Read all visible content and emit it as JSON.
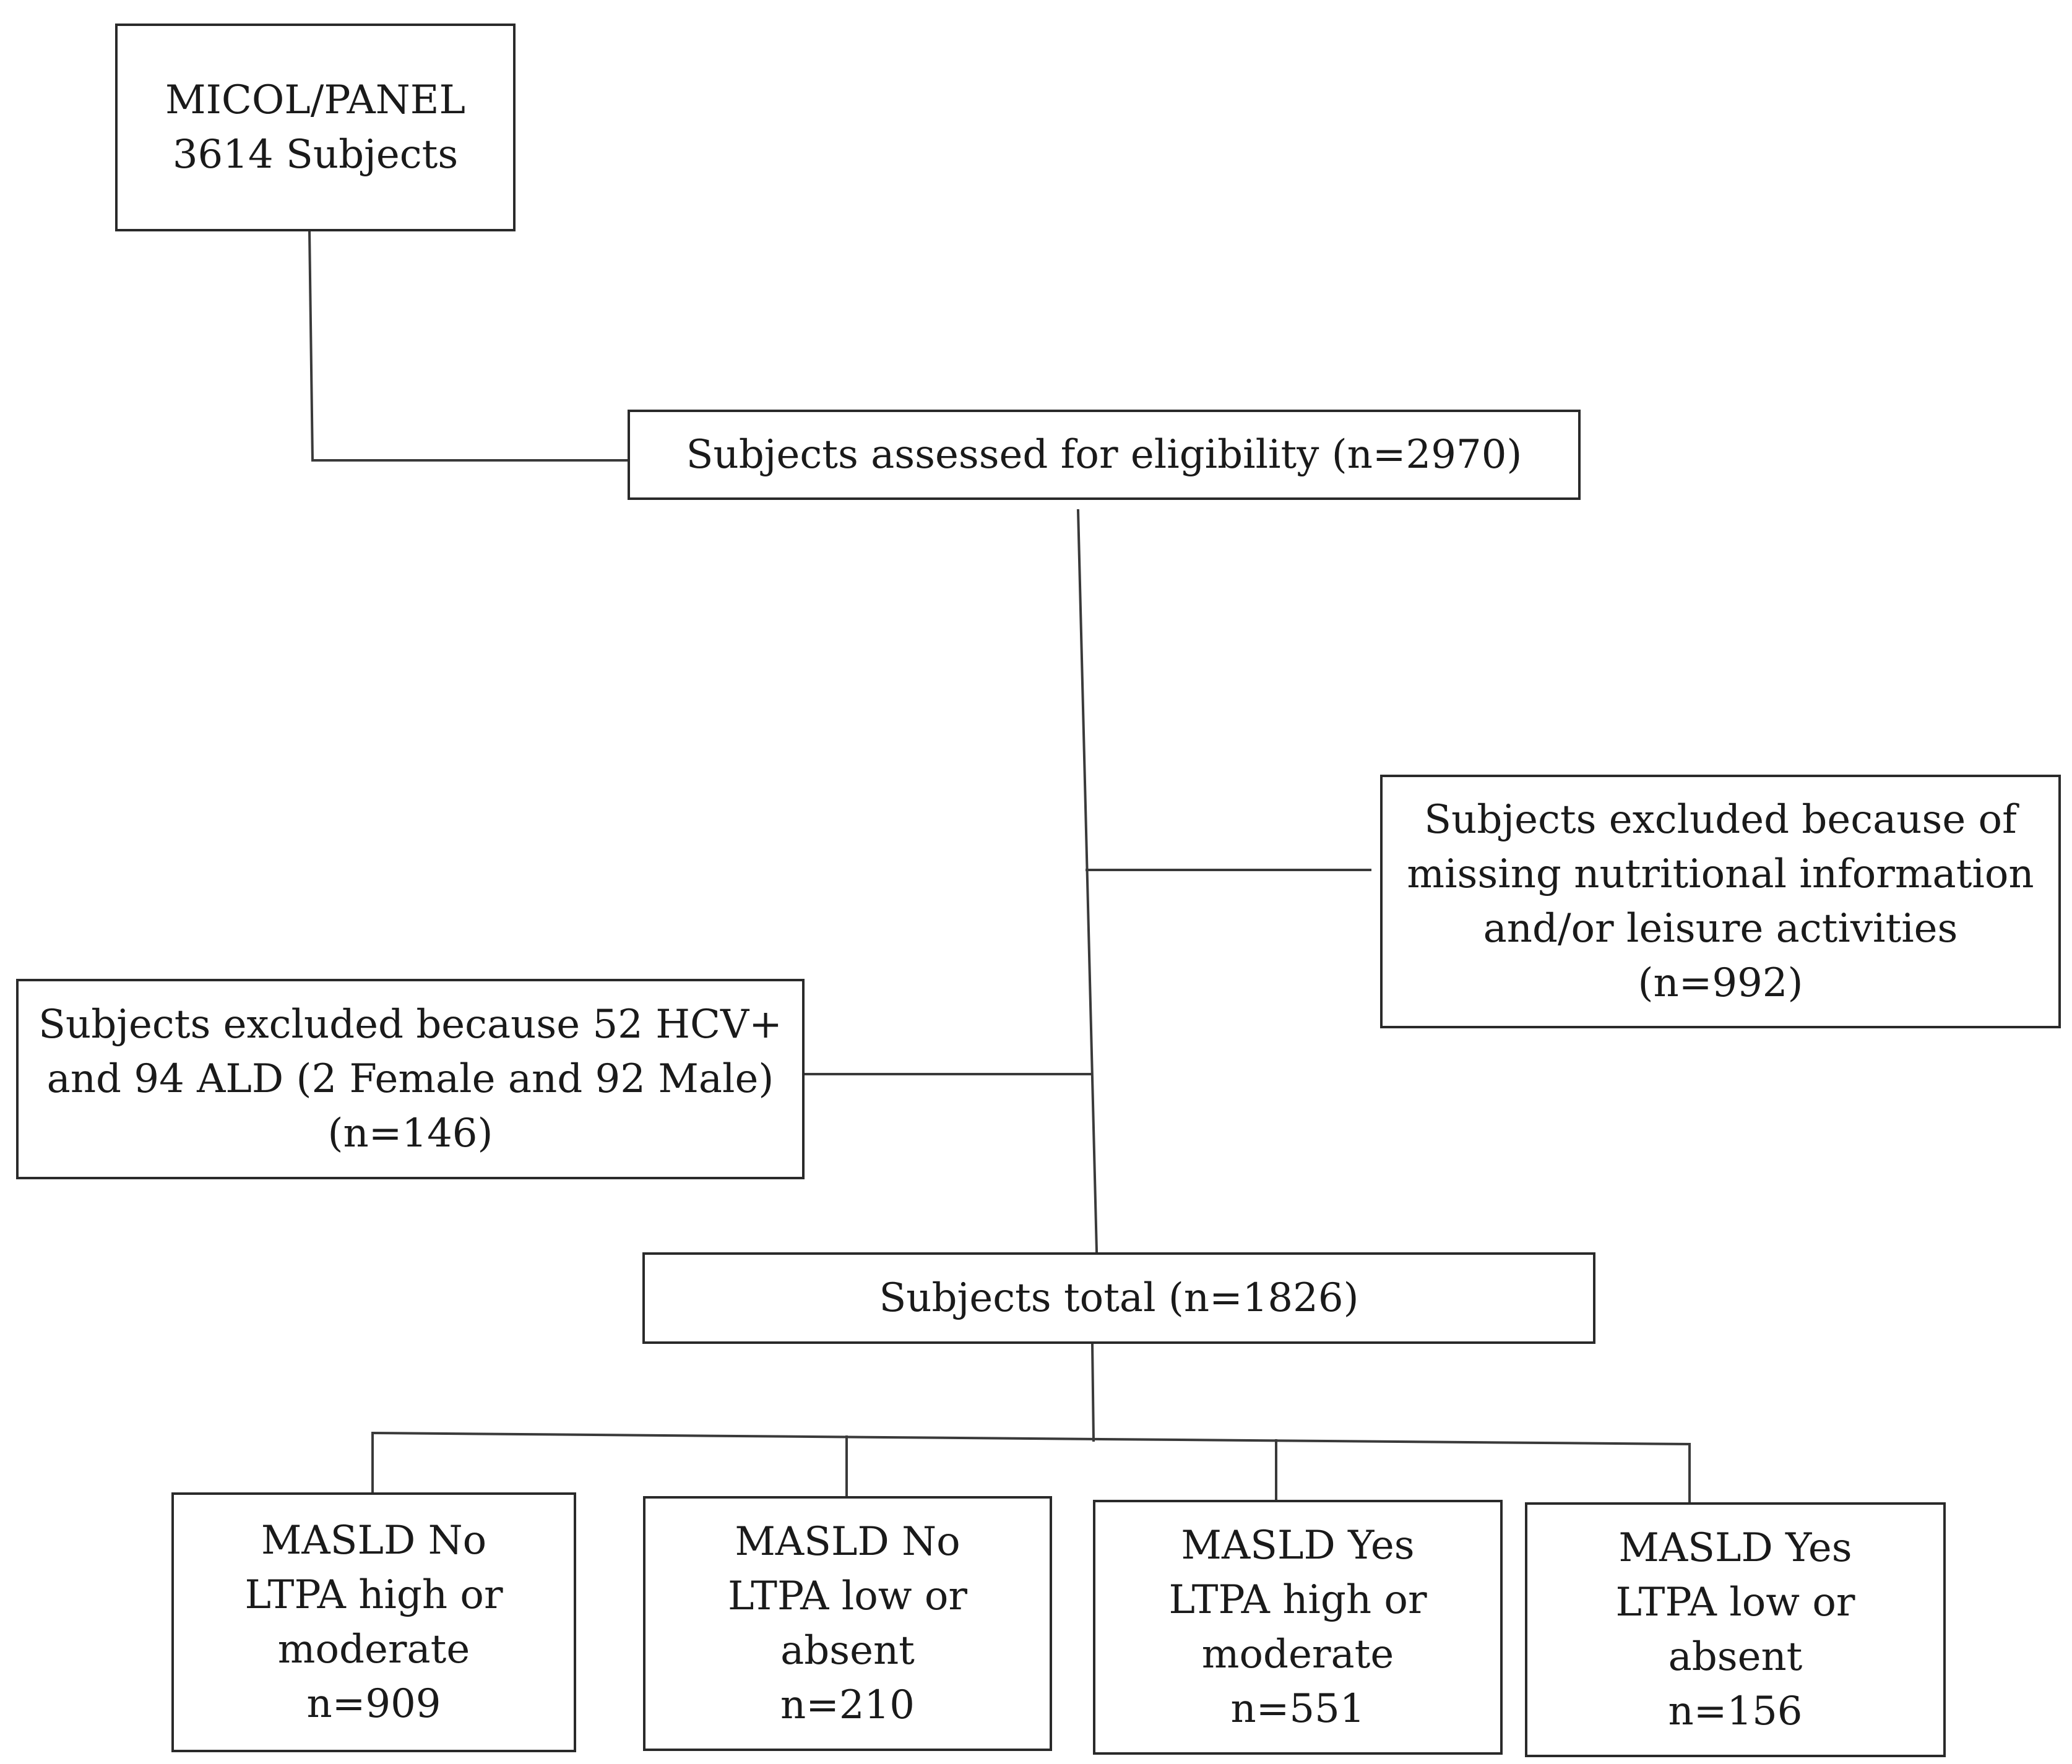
{
  "flowchart": {
    "source": {
      "line1": "MICOL/PANEL",
      "line2": "3614 Subjects"
    },
    "assessed": {
      "line1": "Subjects assessed for eligibility (n=2970)"
    },
    "excluded_nutritional": {
      "line1": "Subjects excluded because of",
      "line2": "missing nutritional information",
      "line3": "and/or leisure activities",
      "line4": "(n=992)"
    },
    "excluded_hcv_ald": {
      "line1": "Subjects excluded because 52 HCV+",
      "line2": "and 94 ALD (2 Female and 92 Male)",
      "line3": "(n=146)"
    },
    "total": {
      "line1": "Subjects total (n=1826)"
    },
    "groups": [
      {
        "line1": "MASLD No",
        "line2": "LTPA high or",
        "line3": "moderate",
        "line4": "n=909"
      },
      {
        "line1": "MASLD No",
        "line2": "LTPA low or",
        "line3": "absent",
        "line4": "n=210"
      },
      {
        "line1": "MASLD Yes",
        "line2": "LTPA high or",
        "line3": "moderate",
        "line4": "n=551"
      },
      {
        "line1": "MASLD Yes",
        "line2": "LTPA low or",
        "line3": "absent",
        "line4": "n=156"
      }
    ]
  }
}
